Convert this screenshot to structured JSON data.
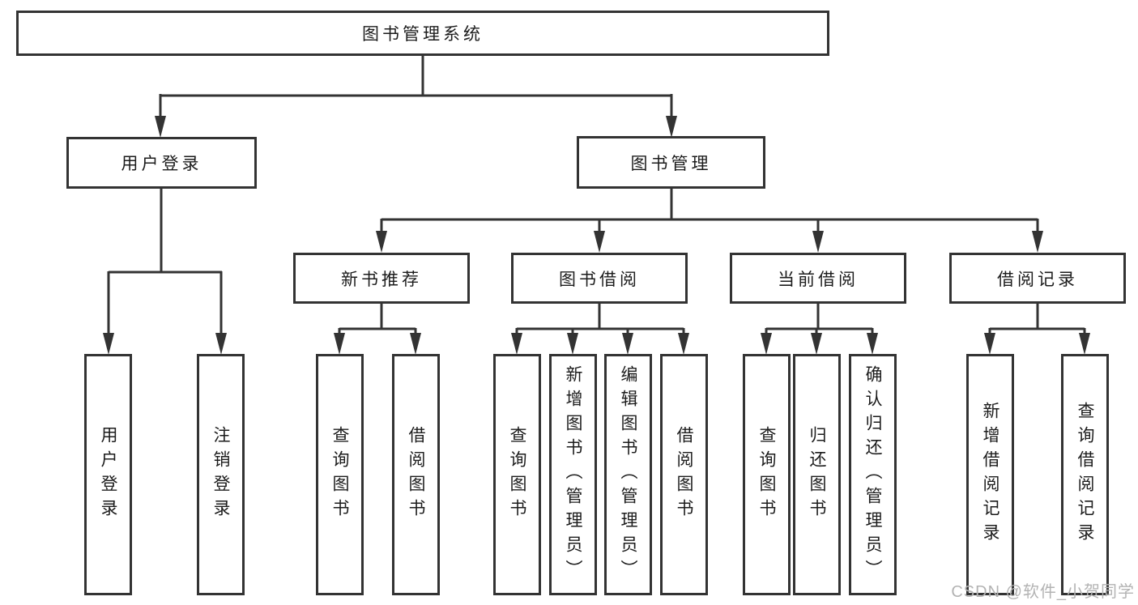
{
  "nodes": {
    "root": "图书管理系统",
    "level2": {
      "user_login": "用户登录",
      "book_management": "图书管理"
    },
    "level3": {
      "new_book_recommend": "新书推荐",
      "book_borrowing": "图书借阅",
      "current_borrowing": "当前借阅",
      "borrowing_records": "借阅记录"
    },
    "leaves": {
      "user": [
        "用户登录",
        "注销登录"
      ],
      "recommend": [
        "查询图书",
        "借阅图书"
      ],
      "borrowing": [
        "查询图书",
        "新增图书（管理员）",
        "编辑图书（管理员）",
        "借阅图书"
      ],
      "current": [
        "查询图书",
        "归还图书",
        "确认归还（管理员）"
      ],
      "records": [
        "新增借阅记录",
        "查询借阅记录"
      ]
    }
  },
  "watermark": "CSDN @软件_小贺同学",
  "colors": {
    "line": "#333333",
    "box_border": "#333333",
    "text": "#1c1c1c",
    "background": "#ffffff",
    "watermark": "#b3b3b3"
  }
}
